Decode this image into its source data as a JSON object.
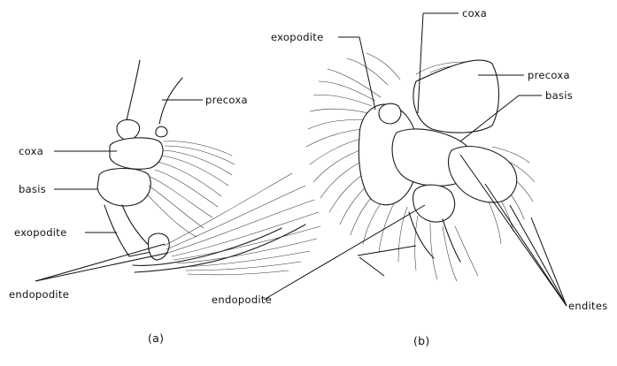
{
  "panel_a": {
    "caption": "(a)",
    "labels": {
      "precoxa": "precoxa",
      "coxa": "coxa",
      "basis": "basis",
      "exopodite": "exopodite",
      "endopodite": "endopodite"
    }
  },
  "panel_b": {
    "caption": "(b)",
    "labels": {
      "coxa": "coxa",
      "exopodite": "exopodite",
      "precoxa": "precoxa",
      "basis": "basis",
      "endopodite": "endopodite",
      "endites": "endites"
    }
  }
}
